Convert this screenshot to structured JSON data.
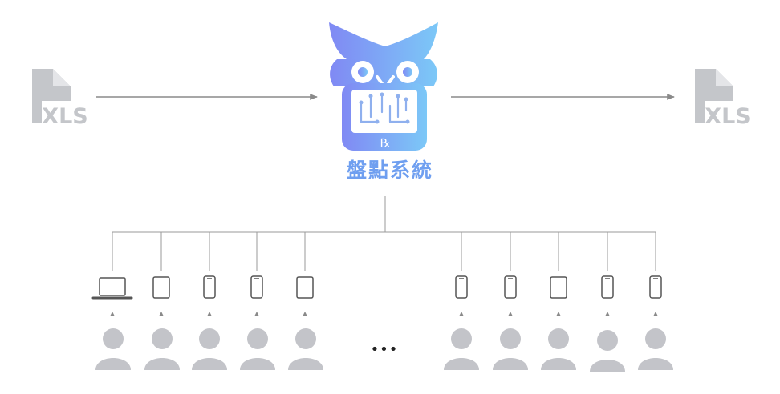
{
  "system": {
    "title": "盤點系統",
    "rx_mark": "℞"
  },
  "files": {
    "input_label": "XLS",
    "output_label": "XLS"
  },
  "ellipsis": "•••",
  "colors": {
    "owl_purple": "#8089f4",
    "owl_blue": "#7cc8f7",
    "file_gray": "#c4c6ca",
    "line_gray": "#9a9a9a",
    "person_gray": "#c3c4c9",
    "device_stroke": "#555555"
  },
  "devices_left": [
    "laptop-icon",
    "tablet-icon",
    "phone-icon",
    "phone-icon",
    "tablet-icon"
  ],
  "devices_right": [
    "phone-icon",
    "phone-icon",
    "tablet-icon",
    "phone-icon",
    "phone-icon"
  ]
}
